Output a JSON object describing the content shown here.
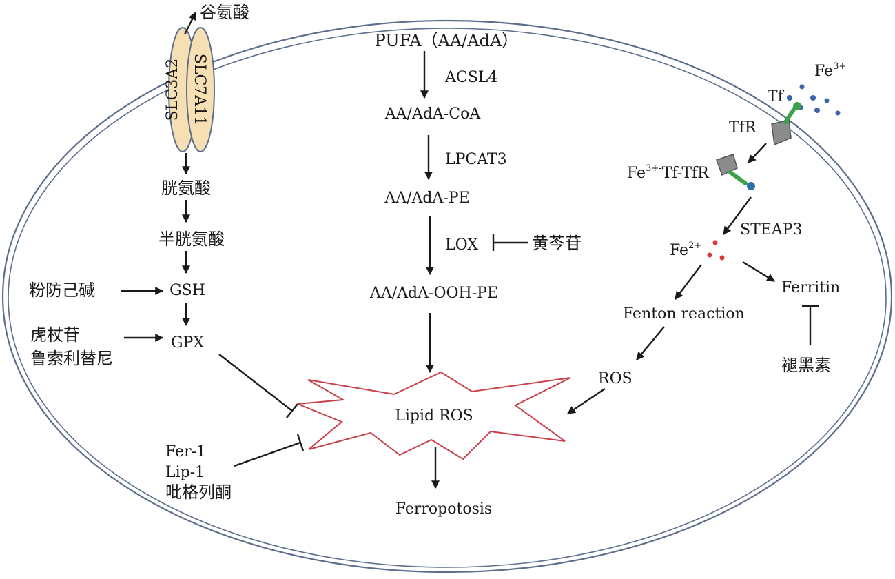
{
  "transporter": {
    "export_product": "谷氨酸",
    "slc7a11": "SLC7A11",
    "slc3a2": "SLC3A2"
  },
  "gsh_pathway": {
    "cystine": "胱氨酸",
    "cysteine": "半胱氨酸",
    "gsh": "GSH",
    "gpx": "GPX",
    "gsh_inducer": "粉防己碱",
    "gpx_modulator_1": "虎杖苷",
    "gpx_modulator_2": "鲁索利替尼"
  },
  "lipid_pathway": {
    "pufa": "PUFA（AA/AdA）",
    "acsl4": "ACSL4",
    "coa": "AA/AdA-CoA",
    "lpcat3": "LPCAT3",
    "pe": "AA/AdA-PE",
    "lox": "LOX",
    "lox_inhibitor": "黄芩苷",
    "ooh_pe": "AA/AdA-OOH-PE"
  },
  "iron_pathway": {
    "fe3_base": "Fe",
    "fe3_sup": "3+",
    "tf": "Tf",
    "tfr": "TfR",
    "complex_base": "Fe",
    "complex_sup": "3+-",
    "complex_rest": "Tf-TfR",
    "steap3": "STEAP3",
    "fe2_base": "Fe",
    "fe2_sup": "2+",
    "ferritin": "Ferritin",
    "ferritin_inhibitor": "褪黑素",
    "fenton": "Fenton reaction",
    "ros": "ROS"
  },
  "center": {
    "lipid_ros": "Lipid ROS",
    "ferroptosis": "Ferropotosis",
    "inhibitor_1": "Fer-1",
    "inhibitor_2": "Lip-1",
    "inhibitor_3": "吡格列酮"
  },
  "colors": {
    "membrane": "#5b6f8c",
    "transporter_fill": "#f7dfb4",
    "burst_stroke": "#c8404a",
    "tf_green": "#3aa24a",
    "receptor_gray": "#8c8c8c",
    "fe3_blue": "#3c64a8",
    "fe2_red": "#d83838"
  }
}
